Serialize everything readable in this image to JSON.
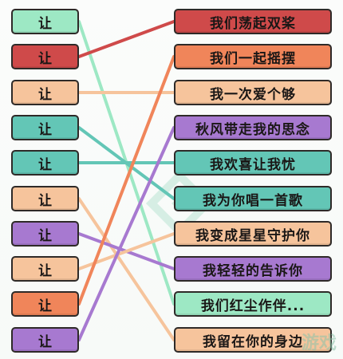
{
  "left_tiles": [
    {
      "label": "让",
      "color": "#9de8c4"
    },
    {
      "label": "让",
      "color": "#cf4a4a"
    },
    {
      "label": "让",
      "color": "#f6c49c"
    },
    {
      "label": "让",
      "color": "#63c6b6"
    },
    {
      "label": "让",
      "color": "#63c6b6"
    },
    {
      "label": "让",
      "color": "#f6c49c"
    },
    {
      "label": "让",
      "color": "#a779d0"
    },
    {
      "label": "让",
      "color": "#f6c49c"
    },
    {
      "label": "让",
      "color": "#f0855a"
    },
    {
      "label": "让",
      "color": "#a779d0"
    }
  ],
  "right_tiles": [
    {
      "label": "我们荡起双桨",
      "color": "#cf4a4a"
    },
    {
      "label": "我们一起摇摆",
      "color": "#f0855a"
    },
    {
      "label": "我一次爱个够",
      "color": "#f6c49c"
    },
    {
      "label": "秋风带走我的思念",
      "color": "#a779d0"
    },
    {
      "label": "我欢喜让我忧",
      "color": "#63c6b6"
    },
    {
      "label": "我为你唱一首歌",
      "color": "#63c6b6"
    },
    {
      "label": "我变成星星守护你",
      "color": "#f6c49c"
    },
    {
      "label": "我轻轻的告诉你",
      "color": "#a779d0"
    },
    {
      "label": "我们红尘作伴...",
      "color": "#9de8c4"
    },
    {
      "label": "我留在你的身边",
      "color": "#f6c49c"
    }
  ],
  "connections": [
    {
      "from": 0,
      "to": 8,
      "color": "#9de8c4"
    },
    {
      "from": 1,
      "to": 0,
      "color": "#cf4a4a"
    },
    {
      "from": 2,
      "to": 2,
      "color": "#f6c49c"
    },
    {
      "from": 3,
      "to": 5,
      "color": "#63c6b6"
    },
    {
      "from": 4,
      "to": 4,
      "color": "#63c6b6"
    },
    {
      "from": 5,
      "to": 9,
      "color": "#f6c49c"
    },
    {
      "from": 6,
      "to": 7,
      "color": "#a779d0"
    },
    {
      "from": 7,
      "to": 6,
      "color": "#f6c49c"
    },
    {
      "from": 8,
      "to": 1,
      "color": "#f0855a"
    },
    {
      "from": 9,
      "to": 3,
      "color": "#a779d0"
    }
  ],
  "watermark_text": "游戏"
}
